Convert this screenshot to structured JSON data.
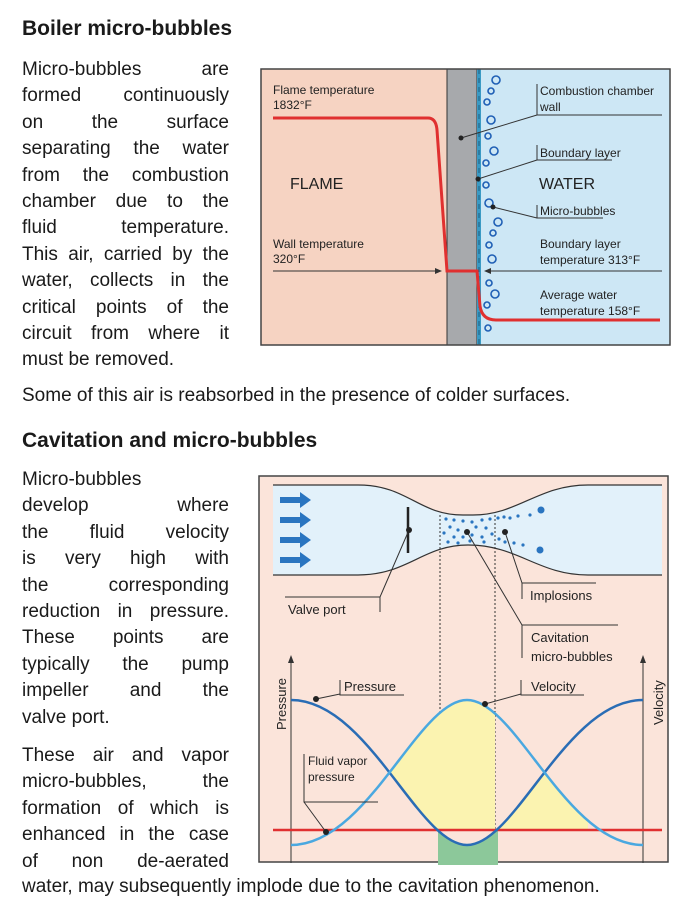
{
  "section1": {
    "title": "Boiler micro-bubbles",
    "lines": [
      "Micro-bubbles are",
      "formed continuously",
      "on the surface",
      "separating the water",
      "from the combustion",
      "chamber due to the",
      "fluid temperature.",
      "This air, carried by the",
      "water, collects in the",
      "critical points of the",
      "circuit from where it",
      "must be removed."
    ],
    "after": "Some of this air is reabsorbed in the presence of colder surfaces.",
    "diagram": {
      "flame_temp_label": "Flame temperature",
      "flame_temp_value": "1832°F",
      "flame": "FLAME",
      "water": "WATER",
      "wall_temp_label": "Wall temperature",
      "wall_temp_value": "320°F",
      "chamber_wall_1": "Combustion chamber",
      "chamber_wall_2": "wall",
      "boundary_layer": "Boundary layer",
      "micro_bubbles": "Micro-bubbles",
      "bl_temp_1": "Boundary layer",
      "bl_temp_2": "temperature 313°F",
      "avg_temp_1": "Average water",
      "avg_temp_2": "temperature 158°F"
    }
  },
  "section2": {
    "title": "Cavitation and micro-bubbles",
    "lines": [
      "Micro-bubbles",
      "develop where",
      "the fluid velocity",
      "is very high with",
      "the corresponding",
      "reduction in pressure.",
      "These points are",
      "typically the pump",
      "impeller and the",
      "valve port."
    ],
    "lines2": [
      "These air and vapor",
      "micro-bubbles, the",
      "formation of which is",
      "enhanced in the case",
      "of non de-aerated"
    ],
    "after": "water, may subsequently implode due to the cavitation phenomenon.",
    "diagram": {
      "valve_port": "Valve port",
      "implosions": "Implosions",
      "cavitation_1": "Cavitation",
      "cavitation_2": "micro-bubbles",
      "pressure_axis": "Pressure",
      "velocity_axis": "Velocity",
      "pressure": "Pressure",
      "velocity": "Velocity",
      "vapor_1": "Fluid vapor",
      "vapor_2": "pressure"
    }
  },
  "colors": {
    "flame_bg": "#f6d3c2",
    "water_bg": "#cde7f5",
    "wall": "#a7a9ac",
    "red": "#e03030",
    "dark_blue": "#2a6db5",
    "light_blue": "#4aa8e0",
    "diagram_bg": "#fbe4da"
  }
}
